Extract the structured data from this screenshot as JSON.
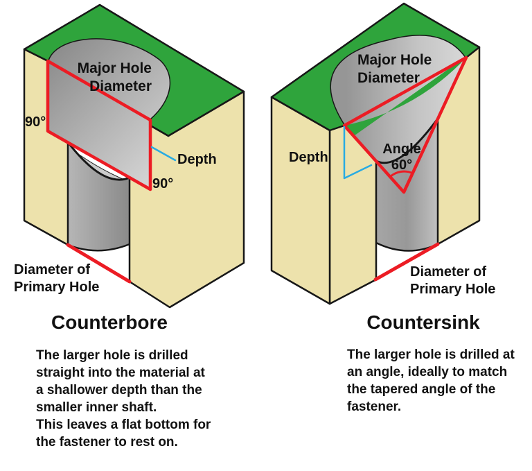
{
  "counterbore": {
    "title": "Counterbore",
    "major_hole_label": [
      "Major Hole",
      "Diameter"
    ],
    "angle_top_left": "90°",
    "angle_bottom_right": "90°",
    "depth_label": "Depth",
    "primary_hole_label": [
      "Diameter of",
      "Primary Hole"
    ],
    "description": [
      "The larger hole is drilled",
      "straight into the material at",
      "a shallower depth than the",
      "smaller inner shaft.",
      "This leaves a flat bottom for",
      "the fastener to rest on."
    ]
  },
  "countersink": {
    "title": "Countersink",
    "major_hole_label": [
      "Major Hole",
      "Diameter"
    ],
    "depth_label": "Depth",
    "angle_label": [
      "Angle",
      "60°"
    ],
    "primary_hole_label": [
      "Diameter of",
      "Primary Hole"
    ],
    "description": [
      "The larger hole is drilled at",
      "an angle, ideally to match",
      "the tapered angle of the",
      "fastener."
    ]
  },
  "colors": {
    "top_face_green": "#2FA43C",
    "side_face_tan": "#EDE2AC",
    "highlight_red": "#EC1C24",
    "depth_line_blue": "#29ABE2"
  }
}
